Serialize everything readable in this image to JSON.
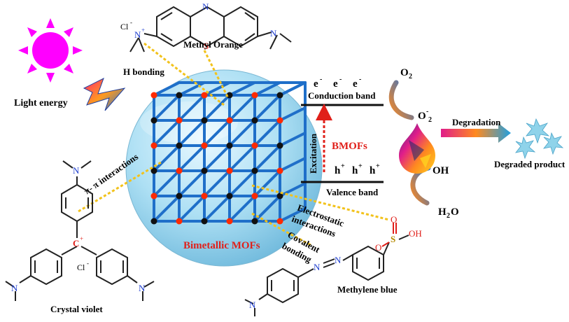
{
  "labels": {
    "methyl_orange": "Methyl Orange",
    "h_bonding": "H bonding",
    "light_energy": "Light energy",
    "pi_pi": "π- π interactions",
    "crystal_violet": "Crystal violet",
    "bimetallic_mofs": "Bimetallic MOFs",
    "covalent": "Covalent",
    "bonding": "bonding",
    "electrostatic": "Electrostatic",
    "interactions": "interactions",
    "methylene_blue": "Methylene blue",
    "conduction_band": "Conduction band",
    "valence_band": "Valence band",
    "excitation": "Excitation",
    "bmofs": "BMOFs",
    "electron": "e",
    "electron_sup": "-",
    "hole": "h",
    "hole_sup": "+",
    "o2": "O",
    "o2_sub": "2",
    "o2_radical": "O",
    "o2_radical_sub": "2",
    "o2_radical_sup": "-",
    "oh": "OH",
    "h2o_h": "H",
    "h2o_sub": "2",
    "h2o_o": "O",
    "degradation": "Degradation",
    "degraded_product": "Degraded product",
    "cl_top": "Cl",
    "cl_mid": "Cl",
    "cl_sup": "-",
    "n_plus": "N",
    "plus": "+",
    "n_top": "N",
    "s_atom": "S",
    "c_plus": "C",
    "oh_sulfo": "OH",
    "o_atom": "O",
    "s_sulfo": "S",
    "n_atom": "N"
  },
  "colors": {
    "red_text": "#e0201a",
    "sun": "#ff00ff",
    "sphere": "#9fd8ee",
    "lattice": "#1f6fc9",
    "node_red": "#ff2a00",
    "node_black": "#111111",
    "dotted": "#f2c21b",
    "arrow_blue": "#2a7fd6"
  }
}
